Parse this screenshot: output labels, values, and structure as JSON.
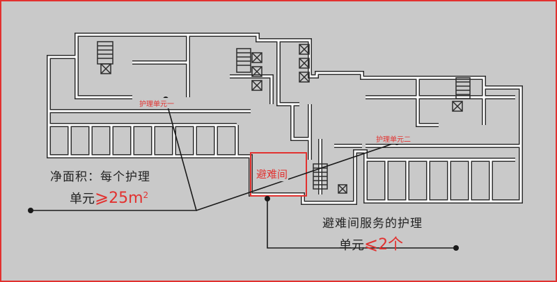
{
  "labels": {
    "net_area_line1": "净面积：每个护理",
    "net_area_line2_prefix": "单元",
    "net_area_symbol": "⩾",
    "net_area_value": "25m",
    "net_area_sup": "2",
    "refuge_service_line1": "避难间服务的护理",
    "refuge_service_line2_prefix": "单元",
    "refuge_service_symbol": "⩽",
    "refuge_service_value": "2个",
    "nursing_unit_1": "护理单元一",
    "nursing_unit_2": "护理单元二",
    "refuge_room": "避难间"
  },
  "colors": {
    "frame": "#e2312f",
    "background": "#c9c9c9",
    "wall": "#ffffff",
    "wall_outline": "#2c2c2c",
    "accent": "#e2312f"
  }
}
